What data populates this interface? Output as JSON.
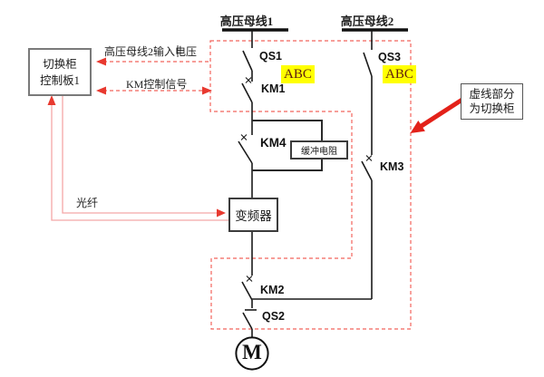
{
  "colors": {
    "line_black": "#1a1a1a",
    "dashed_red": "#f2635c",
    "arrow_red": "#e32119",
    "fiber_pink": "#f4a6a6",
    "highlight_yellow": "#ffff00",
    "phase_text": "#5e1e10"
  },
  "buses": {
    "bus1": "高压母线1",
    "bus2": "高压母线2"
  },
  "control_board": {
    "line1": "切换柜",
    "line2": "控制板1"
  },
  "signal_labels": {
    "voltage": "高压母线2输入电压",
    "km_control": "KM控制信号",
    "fiber": "光纤"
  },
  "switches": {
    "qs1": "QS1",
    "km1": "KM1",
    "km4": "KM4",
    "qs3": "QS3",
    "km3": "KM3",
    "km2": "KM2",
    "qs2": "QS2"
  },
  "phase_labels": {
    "abc1": "ABC",
    "abc2": "ABC"
  },
  "boxes": {
    "buffer_resistor": "缓冲电阻",
    "inverter": "变频器"
  },
  "motor": {
    "label": "M"
  },
  "annotation": {
    "line1": "虚线部分",
    "line2": "为切换柜"
  }
}
